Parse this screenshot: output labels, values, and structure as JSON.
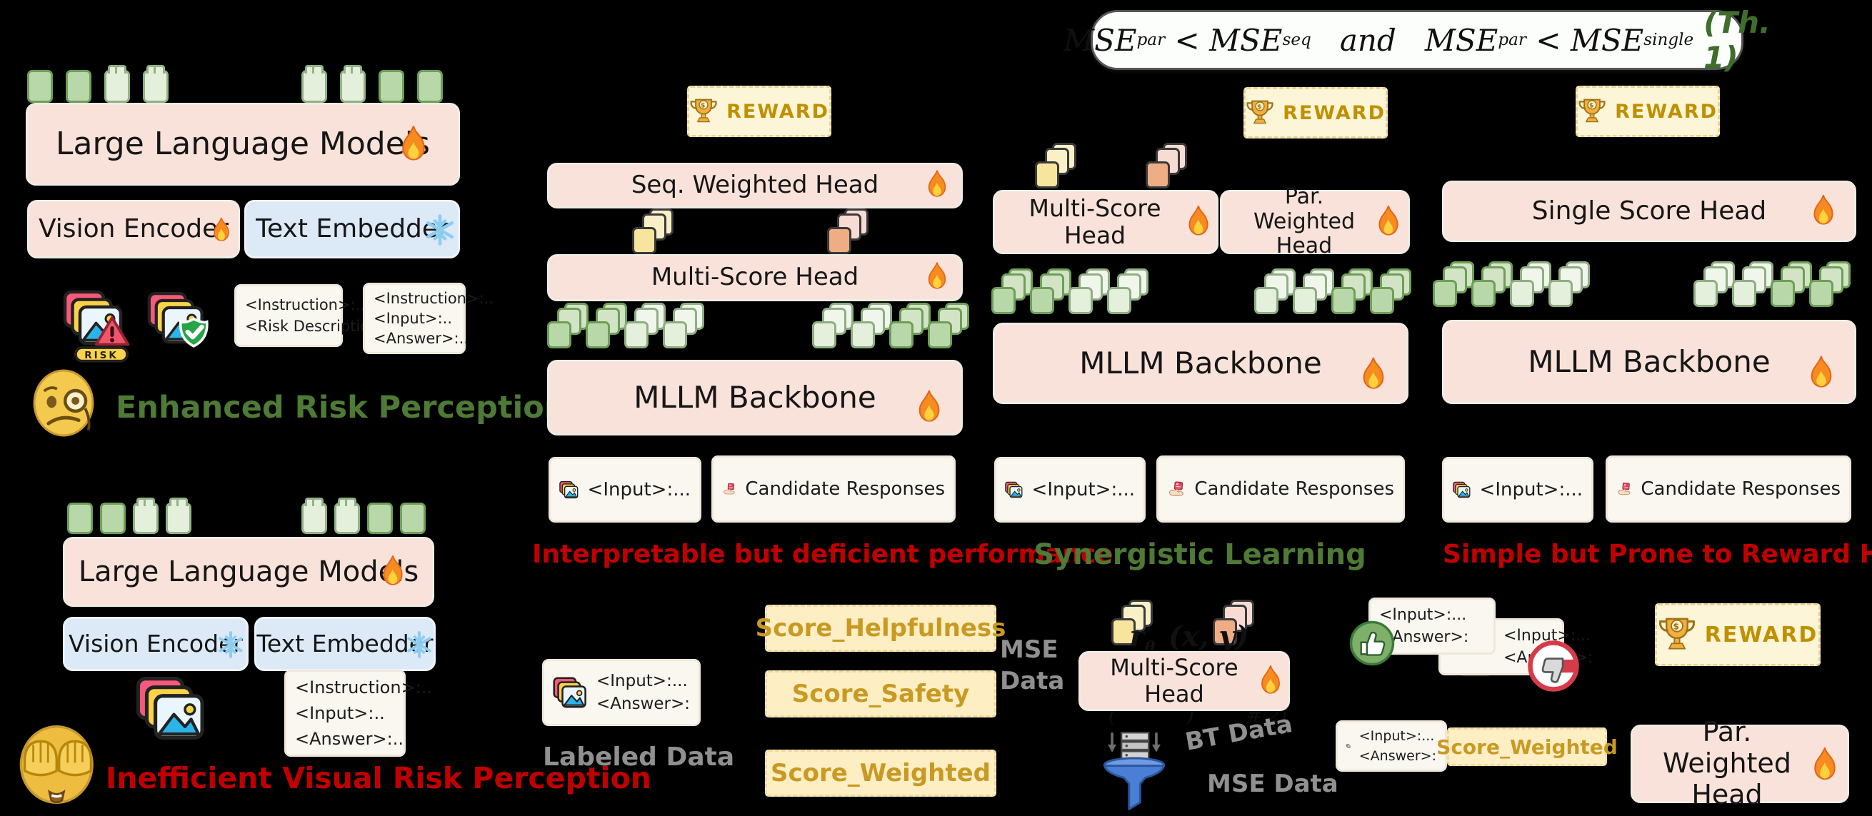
{
  "theorem": {
    "t1": "MSE",
    "t1s": "par",
    "op1": "<",
    "t2": "MSE",
    "t2s": "seq",
    "conj": "and",
    "t3": "MSE",
    "t3s": "par",
    "op2": "<",
    "t4": "MSE",
    "t4s": "single",
    "tag": "(Th. 1)"
  },
  "colors": {
    "accent_red": "#c00000",
    "accent_green": "#4e7a35",
    "box_pink": "#f9e2da",
    "box_blue": "#dce9f7",
    "reward_gold": "#bf9000",
    "score_gold": "#c99a23"
  },
  "left_top": {
    "llm": "Large Language Models",
    "vision": "Vision Encoder",
    "embedder": "Text Embedder",
    "risk_pill": "RISK",
    "note1": {
      "l1": "<Instruction>:..",
      "l2": "<Risk Description>:.."
    },
    "note2": {
      "l1": "<Instruction>:..",
      "l2": "<Input>:..",
      "l3": "<Answer>:.."
    },
    "caption": "Enhanced Risk Perception!"
  },
  "left_bottom": {
    "llm": "Large Language Models",
    "vision": "Vision Encoder",
    "embedder": "Text Embedder",
    "note": {
      "l1": "<Instruction>:..",
      "l2": "<Input>:..",
      "l3": "<Answer>:.."
    },
    "caption": "Inefficient Visual Risk Perception"
  },
  "col_seq": {
    "reward": "REWARD",
    "head_top": "Seq. Weighted Head",
    "head_mid": "Multi-Score Head",
    "backbone": "MLLM Backbone",
    "input_note": "<Input>:...",
    "responses_note": "Candidate Responses",
    "caption": "Interpretable but deficient performance"
  },
  "col_par": {
    "reward": "REWARD",
    "head_left": "Multi-Score Head",
    "head_right": "Par. Weighted Head",
    "backbone": "MLLM Backbone",
    "input_note": "<Input>:...",
    "responses_note": "Candidate Responses",
    "caption": "Synergistic Learning"
  },
  "col_single": {
    "reward": "REWARD",
    "head": "Single Score Head",
    "backbone": "MLLM Backbone",
    "input_note": "<Input>:...",
    "responses_note": "Candidate Responses",
    "caption": "Simple but Prone to Reward Hacking"
  },
  "labeled": {
    "note": {
      "l1": "<Input>:...",
      "l2": "<Answer>:"
    },
    "label": "Labeled Data",
    "score1": "Score_Helpfulness",
    "score2": "Score_Safety",
    "score3": "Score_Weighted",
    "mse": "MSE Data"
  },
  "bt": {
    "formula_r": "r",
    "formula_sub": "θ",
    "formula_subsub": "m",
    "formula_args": "(x, y)",
    "head": "Multi-Score Head",
    "frag_left": "(            )",
    "frag_right": "# 2]",
    "bt_label": "BT Data",
    "mse_label": "MSE Data"
  },
  "right_bottom": {
    "noteA": {
      "l1": "<Input>:...",
      "l2": "<Answer>:"
    },
    "noteB": {
      "l1": "<Input>:...",
      "l2": "<Answer>:"
    },
    "noteC": {
      "l1": "<Input>:...",
      "l2": "<Answer>:"
    },
    "score": "Score_Weighted",
    "reward": "REWARD",
    "head": "Par. Weighted Head"
  }
}
